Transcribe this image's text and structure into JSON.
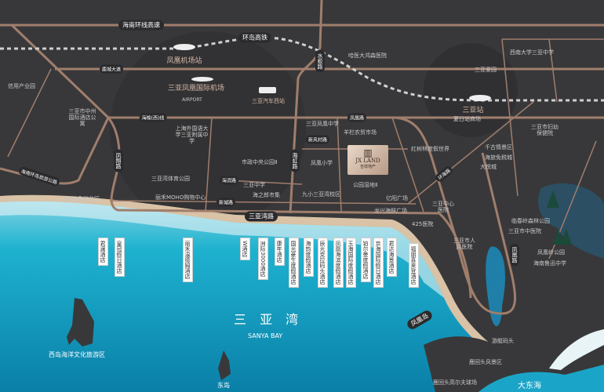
{
  "roads": {
    "ring_expressway": "海南环线高速",
    "rail": "环岛高铁",
    "lucheng": "鹿城大道",
    "haiyu": "海榆(西)线",
    "fenghuang": "凤凰路",
    "sanyawan": "三亚湾路",
    "shuiqiao": "水蛟路",
    "hairong": "海虹路",
    "xinfengcun": "新风村路",
    "haibin": "海滨路",
    "xincheng": "新城路",
    "fengxiang": "凤翔路",
    "huanhai": "环海路",
    "huanan_tour": "海南环岛旅游公路",
    "fenghuang_road2": "凤凰路",
    "fenghuangdao": "凤凰岛"
  },
  "stations": {
    "airport_station": "凤凰机场站",
    "airport": "三亚凤凰国际机场",
    "airport_en": "AIRPORT",
    "bus_station": "三亚汽车西站",
    "sanya_station": "三亚站"
  },
  "pois": {
    "credit_park": "信用产业园",
    "zhongzhou": "三亚市中州国际酒店公寓",
    "sisu": "上海外国语大学三亚附属中学",
    "sports_park": "三亚湾体育公园",
    "tianya": "天涯海角游览区",
    "moho": "丽禾MOHO购物中心",
    "civic_park": "市政中央公园Ⅱ",
    "sanya_middle": "三亚中学",
    "haizhilang": "海之郎市集",
    "jiuxiao": "九小三亚湾校区",
    "hospital_hg": "哈医大鸿森医院",
    "fenghuang_middle": "三亚凤凰中学",
    "yanghe": "羊栏农贸市场",
    "fenghuang_primary": "凤凰小学",
    "wetland": "公园湿地Ⅱ",
    "hongshulin": "红树林度假世界",
    "xiari": "夏日站商场",
    "yiyang": "亿阳广场",
    "longxing": "龙兴海鲜广场",
    "h425": "425医院",
    "central_hospital": "三亚中心医院",
    "swu": "西南大学三亚中学",
    "sanya_yuan": "三亚爱园",
    "maternal": "三亚市妇幼保健院",
    "qiangu": "千古情景区",
    "dutyfree": "海旅免税城",
    "dayue": "大悦城",
    "linchunling": "临春岭森林公园",
    "tcm": "三亚市中医院",
    "people_hospital": "三亚市人民医院",
    "fhl_park": "凤凰岭公园",
    "luxun": "海南鲁迅中学",
    "yacht": "游艇码头",
    "luhuitou": "鹿回头风景区",
    "golf": "鹿回头高尔夫球场"
  },
  "hotels": [
    "君澜酒店",
    "皇冠假日酒店",
    "丽禾温德姆酒店",
    "W酒店",
    "洲际3000酒店",
    "康年酒店",
    "国光豪生度假酒店",
    "海韵度假酒店",
    "辰光克拉码头酒店",
    "凤凰海滨度假酒店",
    "玉海国际度假酒店",
    "铂尔曼度假酒店",
    "京海国际假日酒店",
    "君达海景酒店",
    "福朋喜来登酒店"
  ],
  "sea": {
    "name": "三 亚 湾",
    "name_en": "SANYA BAY",
    "dadonghai": "大东海",
    "xidao": "西岛海洋文化旅游区",
    "dongdao": "东岛"
  },
  "logo": {
    "brand": "JX LAND",
    "cn": "吉祥地产"
  },
  "colors": {
    "land": "#38383a",
    "road": "#a07e6c",
    "sea": "#1aa5c8",
    "sand": "#d9c2a6"
  }
}
